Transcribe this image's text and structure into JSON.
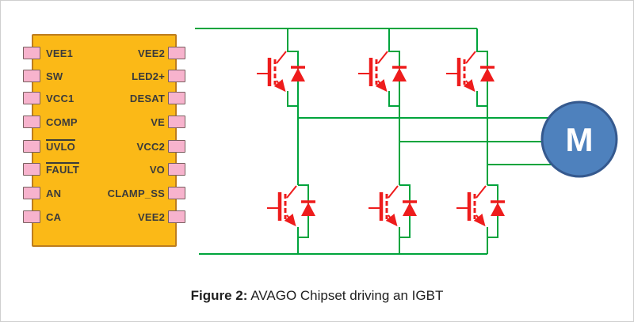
{
  "colors": {
    "wire": "#00A43C",
    "device": "#EE1C1C",
    "ic_fill": "#FBB917",
    "ic_border": "#BD7D1E",
    "pin_fill": "#F7B3CD",
    "pin_border": "#7A6060",
    "label_color": "#3B3B3B",
    "motor_fill": "#4E81BD",
    "motor_border": "#35598E"
  },
  "ic": {
    "left_pins": [
      "VEE1",
      "SW",
      "VCC1",
      "COMP",
      "UVLO",
      "FAULT",
      "AN",
      "CA"
    ],
    "right_pins": [
      "VEE2",
      "LED2+",
      "DESAT",
      "VE",
      "VCC2",
      "VO",
      "CLAMP_SS",
      "VEE2"
    ],
    "active_low_pins": [
      "UVLO",
      "FAULT"
    ]
  },
  "motor": {
    "label": "M"
  },
  "caption": {
    "prefix": "Figure 2:",
    "text": " AVAGO Chipset driving an IGBT"
  }
}
